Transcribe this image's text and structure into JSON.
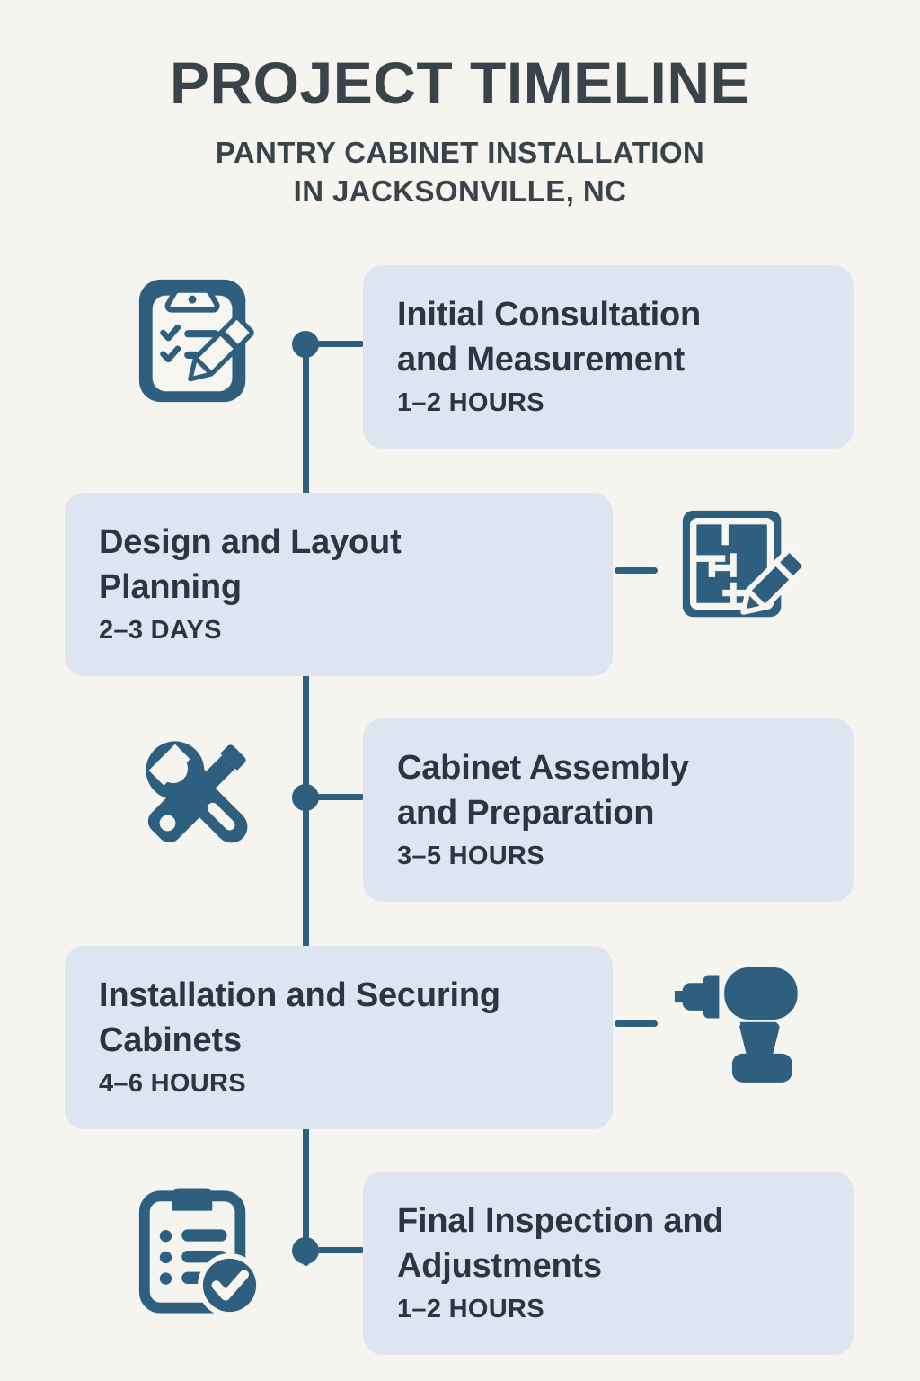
{
  "header": {
    "title": "PROJECT TIMELINE",
    "subtitle_line1": "PANTRY CABINET INSTALLATION",
    "subtitle_line2": "IN JACKSONVILLE, NC"
  },
  "theme": {
    "background": "#f5f4ef",
    "card_background": "#dde6f0",
    "accent": "#2e5f7e",
    "text": "#2b3640",
    "heading": "#3a434a",
    "icon_paper": "#f7f5f0"
  },
  "timeline": {
    "steps": [
      {
        "title": "Initial Consultation\nand Measurement",
        "duration": "1–2 HOURS",
        "icon": "clipboard-pencil-icon",
        "side": "right"
      },
      {
        "title": "Design and Layout\nPlanning",
        "duration": "2–3 DAYS",
        "icon": "blueprint-pencil-icon",
        "side": "left"
      },
      {
        "title": "Cabinet Assembly\nand Preparation",
        "duration": "3–5 HOURS",
        "icon": "wrench-screwdriver-icon",
        "side": "right"
      },
      {
        "title": "Installation and Securing\nCabinets",
        "duration": "4–6 HOURS",
        "icon": "power-drill-icon",
        "side": "left"
      },
      {
        "title": "Final Inspection and\nAdjustments",
        "duration": "1–2 HOURS",
        "icon": "clipboard-check-icon",
        "side": "right"
      }
    ]
  }
}
